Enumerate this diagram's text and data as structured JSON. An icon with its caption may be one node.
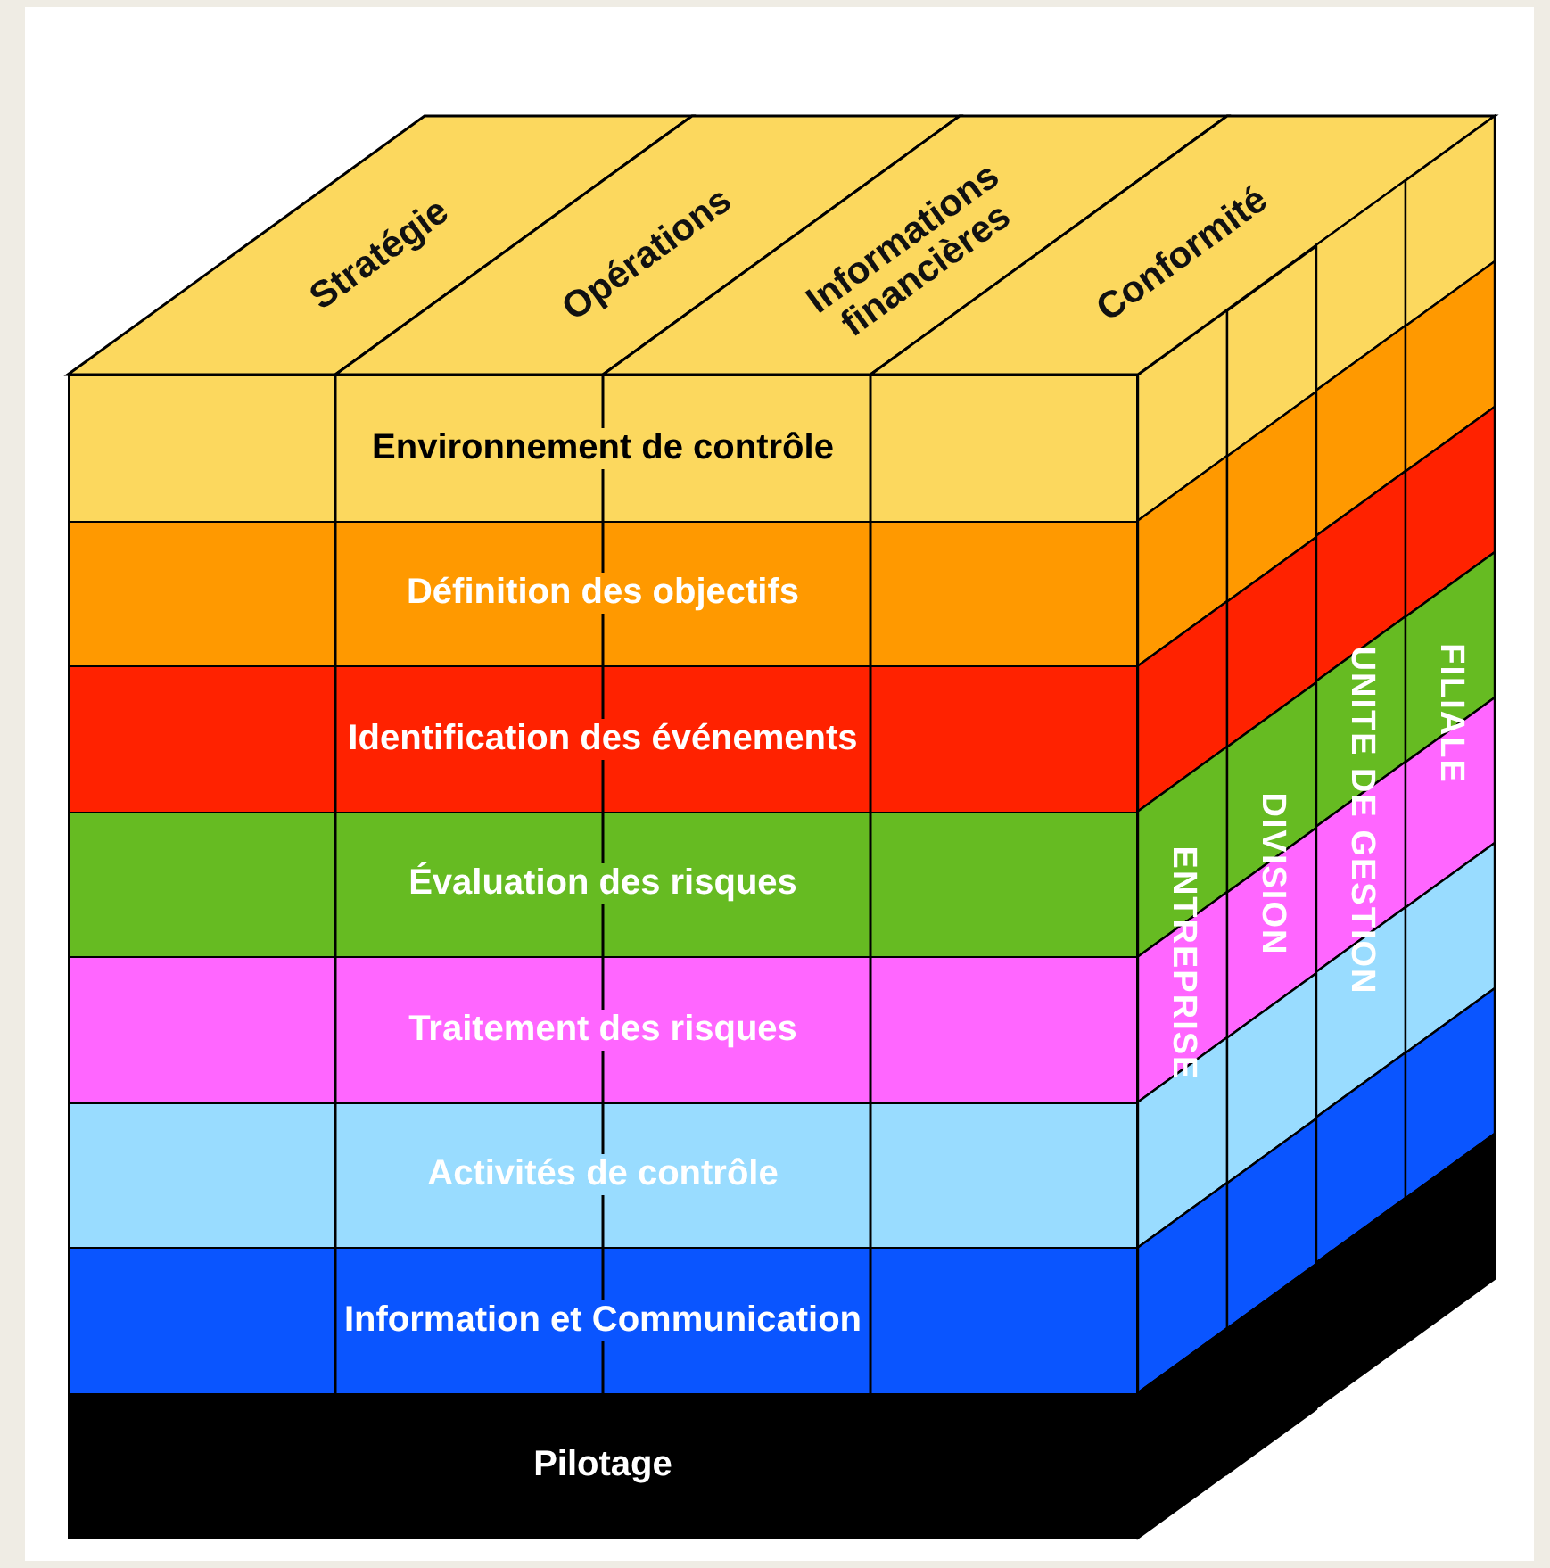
{
  "diagram": {
    "nodes": [
      {
        "text": [
          "Stratégie"
        ]
      },
      {
        "text": [
          "Opérations"
        ]
      },
      {
        "text": [
          "Informations financières"
        ]
      },
      {
        "text": [
          "Conformité"
        ]
      },
      {
        "text": [
          "Environnement de contrôle"
        ]
      },
      {
        "text": [
          "Définition des objectifs"
        ]
      },
      {
        "text": [
          "Identification des événements"
        ]
      },
      {
        "text": [
          "Évaluation des risques"
        ]
      },
      {
        "text": [
          "Traitement des risques"
        ]
      },
      {
        "text": [
          "Activités de contrôle"
        ]
      },
      {
        "text": [
          "Information et Communication"
        ]
      },
      {
        "text": [
          "Pilotage"
        ]
      },
      {
        "text": [
          "ENTREPRISE"
        ]
      },
      {
        "text": [
          "DIVISION"
        ]
      },
      {
        "text": [
          "UNITE DE GESTION"
        ]
      },
      {
        "text": [
          "FILIALE"
        ]
      }
    ]
  }
}
